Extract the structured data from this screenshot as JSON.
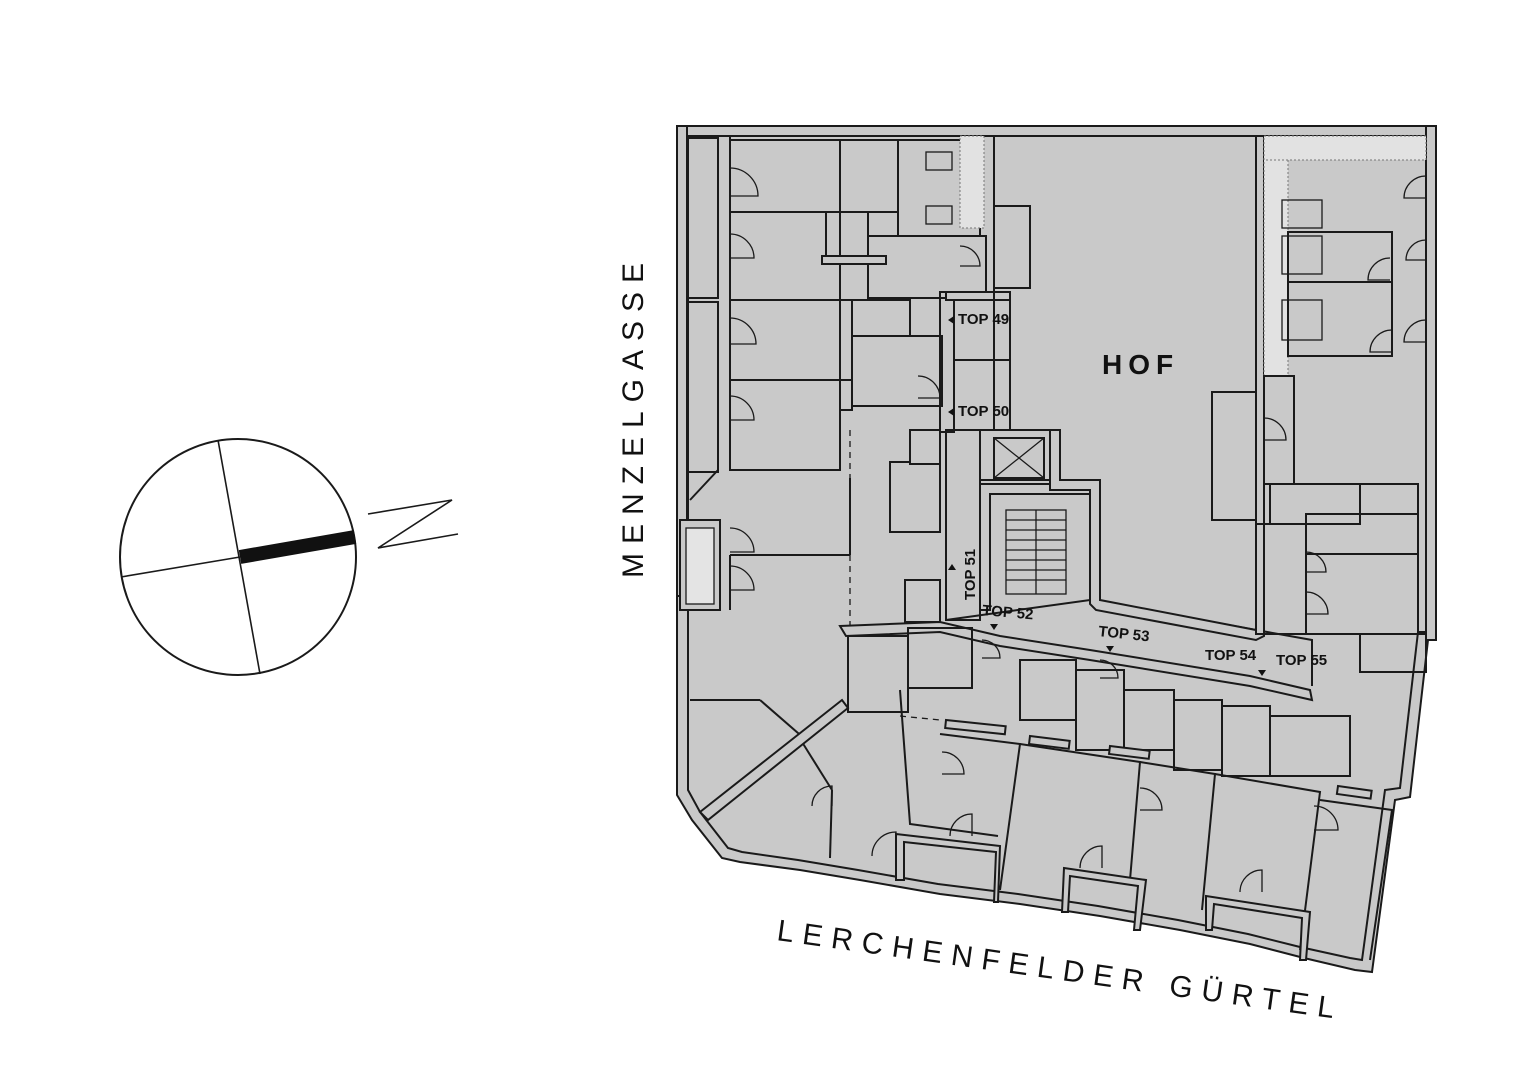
{
  "streets": {
    "west": "MENZELGASSE",
    "south": "LERCHENFELDER GÜRTEL"
  },
  "courtyard": "HOF",
  "units": [
    "TOP 49",
    "TOP 50",
    "TOP 51",
    "TOP 52",
    "TOP 53",
    "TOP 54",
    "TOP 55"
  ],
  "north_label": "N",
  "colors": {
    "highlight": "#d6f2d6",
    "wall": "#c9c9c9",
    "line": "#1a1a1a"
  }
}
